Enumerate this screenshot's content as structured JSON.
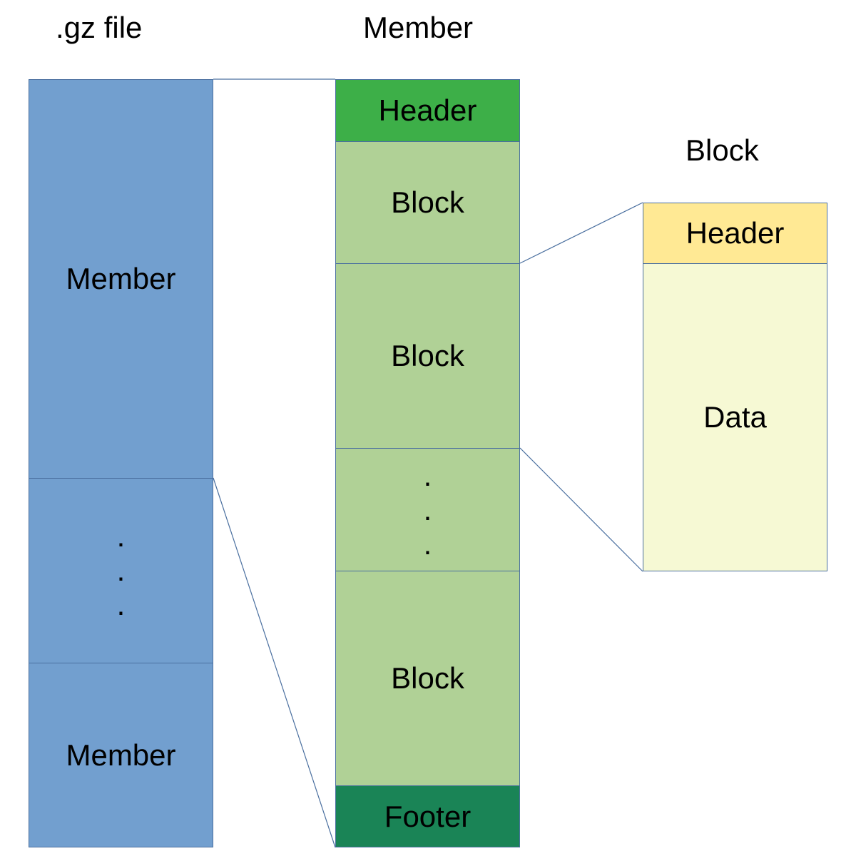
{
  "titles": {
    "gz_file": ".gz file",
    "member": "Member",
    "block": "Block"
  },
  "gz_file": {
    "segments": [
      "Member",
      ".\n.\n.",
      "Member"
    ]
  },
  "member": {
    "segments": [
      "Header",
      "Block",
      "Block",
      ".\n.\n.",
      "Block",
      "Footer"
    ]
  },
  "block": {
    "segments": [
      "Header",
      "Data"
    ]
  },
  "colors": {
    "gz_member": "#729fcf",
    "member_header": "#3daf48",
    "member_block": "#b0d196",
    "member_footer": "#1a8456",
    "block_header": "#ffe994",
    "block_data": "#f6f9d4",
    "connector": "#4a6f9f"
  }
}
